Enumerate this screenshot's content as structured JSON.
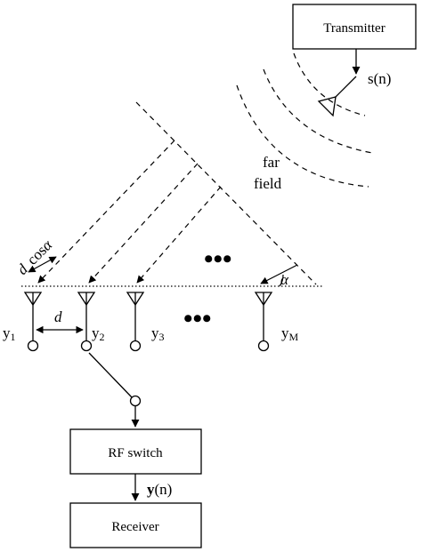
{
  "blocks": {
    "transmitter": "Transmitter",
    "rf_switch": "RF switch",
    "receiver": "Receiver"
  },
  "signals": {
    "source": "s(n)",
    "output_bold": "y",
    "output_rest": "(n)"
  },
  "wave_label": {
    "line1": "far",
    "line2": "field"
  },
  "annotations": {
    "spacing": "d",
    "projection_d": "d",
    "projection_cos": "cos",
    "projection_alpha": "α",
    "angle": "α",
    "ellipsis_top": "•••",
    "ellipsis_bottom": "•••"
  },
  "elements": {
    "labels": [
      {
        "base": "y",
        "sub": "1"
      },
      {
        "base": "y",
        "sub": "2"
      },
      {
        "base": "y",
        "sub": "3"
      },
      {
        "base": "y",
        "sub": "M"
      }
    ]
  }
}
